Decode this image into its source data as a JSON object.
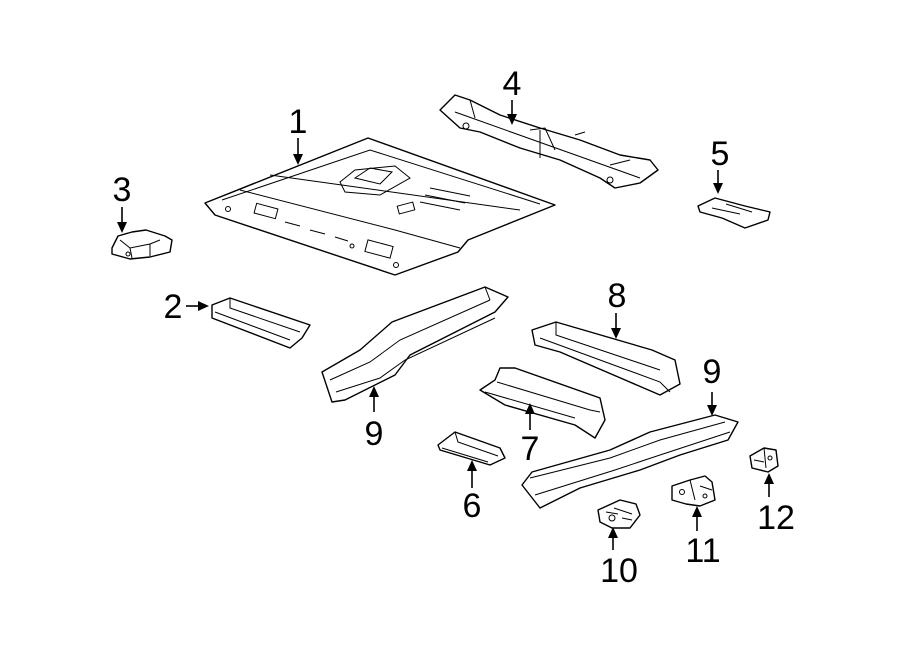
{
  "callouts": [
    {
      "id": "1",
      "label": "1"
    },
    {
      "id": "2",
      "label": "2"
    },
    {
      "id": "3",
      "label": "3"
    },
    {
      "id": "4",
      "label": "4"
    },
    {
      "id": "5",
      "label": "5"
    },
    {
      "id": "6",
      "label": "6"
    },
    {
      "id": "7",
      "label": "7"
    },
    {
      "id": "8",
      "label": "8"
    },
    {
      "id": "9a",
      "label": "9"
    },
    {
      "id": "9b",
      "label": "9"
    },
    {
      "id": "10",
      "label": "10"
    },
    {
      "id": "11",
      "label": "11"
    },
    {
      "id": "12",
      "label": "12"
    }
  ]
}
